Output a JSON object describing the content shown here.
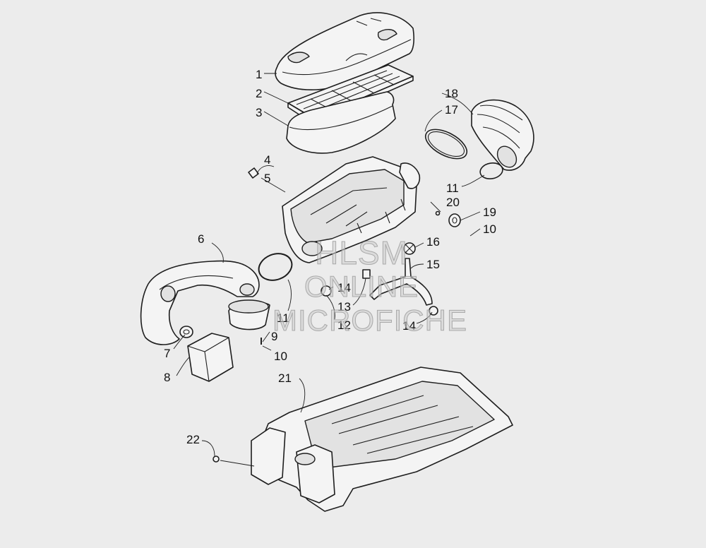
{
  "callouts": [
    {
      "id": "c1",
      "label": "1"
    },
    {
      "id": "c2",
      "label": "2"
    },
    {
      "id": "c3",
      "label": "3"
    },
    {
      "id": "c4",
      "label": "4"
    },
    {
      "id": "c5",
      "label": "5"
    },
    {
      "id": "c6",
      "label": "6"
    },
    {
      "id": "c7",
      "label": "7"
    },
    {
      "id": "c8",
      "label": "8"
    },
    {
      "id": "c9",
      "label": "9"
    },
    {
      "id": "c10a",
      "label": "10"
    },
    {
      "id": "c10b",
      "label": "10"
    },
    {
      "id": "c11a",
      "label": "11"
    },
    {
      "id": "c11b",
      "label": "11"
    },
    {
      "id": "c12",
      "label": "12"
    },
    {
      "id": "c13",
      "label": "13"
    },
    {
      "id": "c14a",
      "label": "14"
    },
    {
      "id": "c14b",
      "label": "14"
    },
    {
      "id": "c15",
      "label": "15"
    },
    {
      "id": "c16",
      "label": "16"
    },
    {
      "id": "c17",
      "label": "17"
    },
    {
      "id": "c18",
      "label": "18"
    },
    {
      "id": "c19",
      "label": "19"
    },
    {
      "id": "c20",
      "label": "20"
    },
    {
      "id": "c21",
      "label": "21"
    },
    {
      "id": "c22",
      "label": "22"
    }
  ],
  "watermark": {
    "line1": "HLSM",
    "line2": "ONLINE",
    "line3": "MICROFICHE"
  }
}
